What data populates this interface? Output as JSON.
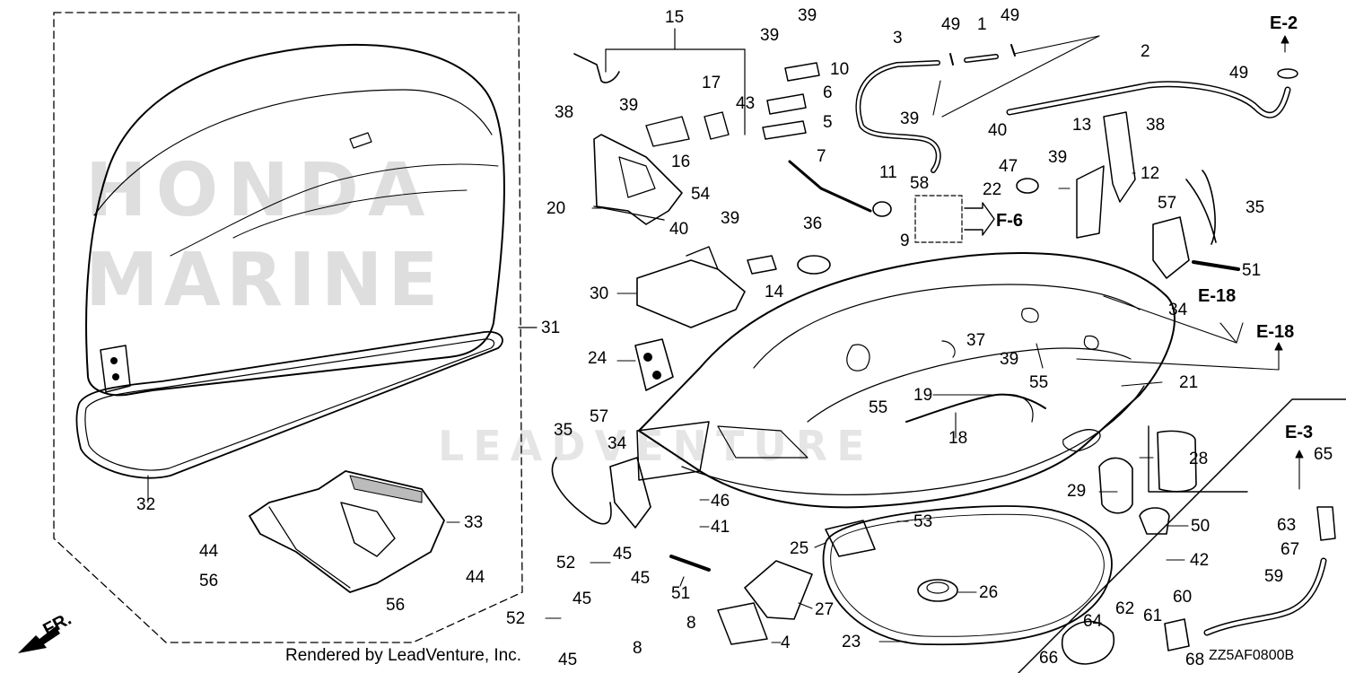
{
  "watermark": {
    "line1": "HONDA",
    "line2": "MARINE",
    "leadventure": "LEADVENTURE"
  },
  "footer": {
    "credit": "Rendered by LeadVenture, Inc.",
    "diagram_code": "ZZ5AF0800B"
  },
  "front_marker": "FR.",
  "references": {
    "e2": "E-2",
    "e3": "E-3",
    "e18a": "E-18",
    "e18b": "E-18",
    "f6": "F-6"
  },
  "callouts": {
    "c15": "15",
    "c39a": "39",
    "c39b": "39",
    "c49a": "49",
    "c1": "1",
    "c49b": "49",
    "c3": "3",
    "c2": "2",
    "c49c": "49",
    "c10": "10",
    "c17": "17",
    "c43": "43",
    "c6": "6",
    "c38a": "38",
    "c39c": "39",
    "c5": "5",
    "c39d": "39",
    "c40a": "40",
    "c13": "13",
    "c38b": "38",
    "c16": "16",
    "c7": "7",
    "c11": "11",
    "c58": "58",
    "c47": "47",
    "c39e": "39",
    "c12": "12",
    "c22": "22",
    "c35a": "35",
    "c20": "20",
    "c54": "54",
    "c39f": "39",
    "c57a": "57",
    "c40b": "40",
    "c36": "36",
    "c9": "9",
    "c51a": "51",
    "c14": "14",
    "c30": "30",
    "c34a": "34",
    "c31": "31",
    "c37": "37",
    "c24": "24",
    "c39g": "39",
    "c55a": "55",
    "c21": "21",
    "c19": "19",
    "c55b": "55",
    "c18": "18",
    "c35b": "35",
    "c57b": "57",
    "c34b": "34",
    "c28": "28",
    "c65": "65",
    "c32": "32",
    "c46": "46",
    "c29": "29",
    "c41": "41",
    "c53": "53",
    "c50": "50",
    "c63": "63",
    "c33": "33",
    "c25": "25",
    "c67": "67",
    "c44a": "44",
    "c52a": "52",
    "c45a": "45",
    "c42": "42",
    "c56a": "56",
    "c45b": "45",
    "c44b": "44",
    "c59": "59",
    "c26": "26",
    "c51b": "51",
    "c60": "60",
    "c45c": "45",
    "c27": "27",
    "c64": "64",
    "c62": "62",
    "c61": "61",
    "c56b": "56",
    "c52b": "52",
    "c8a": "8",
    "c4": "4",
    "c23": "23",
    "c8b": "8",
    "c45d": "45",
    "c66": "66",
    "c68": "68"
  }
}
